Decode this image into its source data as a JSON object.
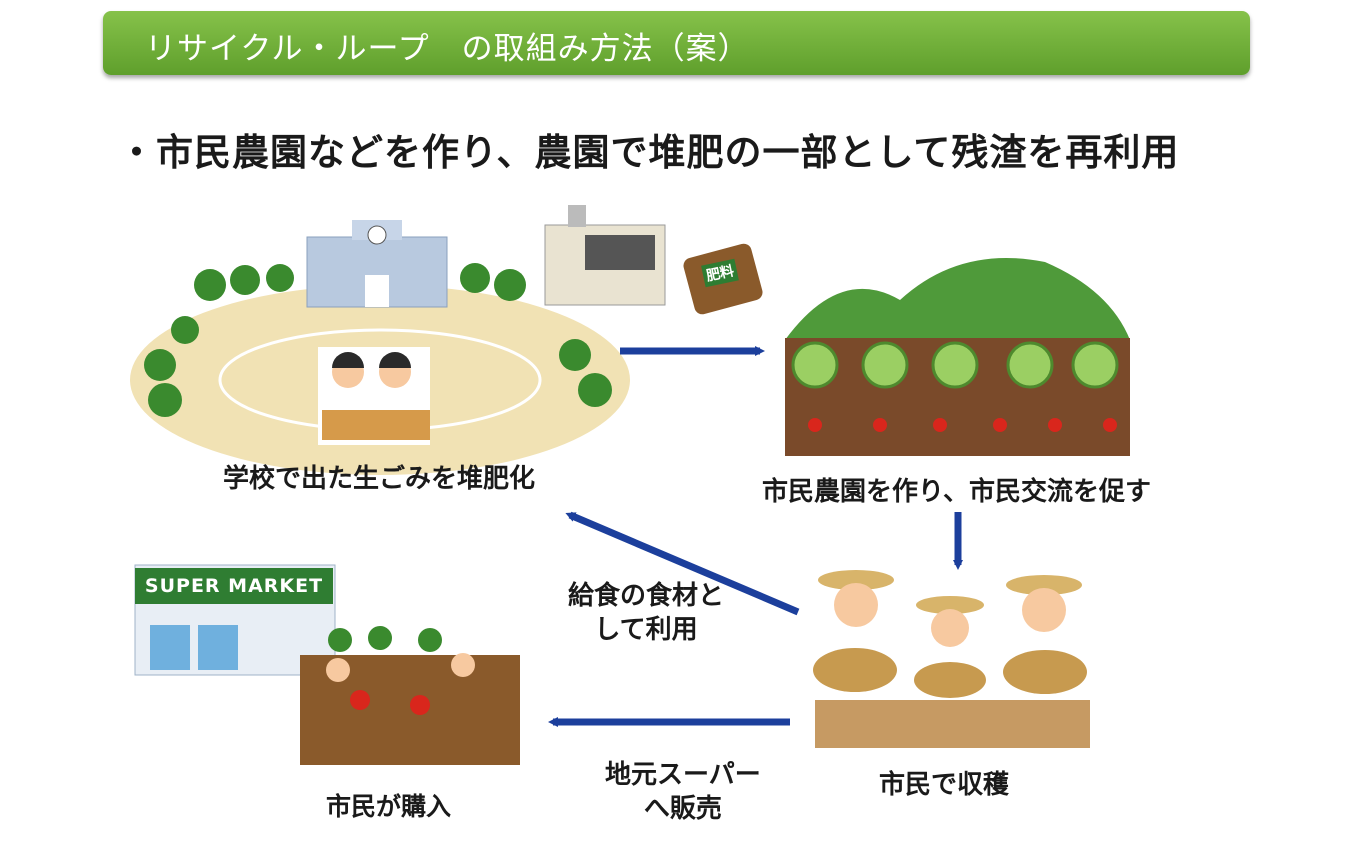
{
  "header": {
    "title": "リサイクル・ループ　の取組み方法（案）",
    "subtitle": "・市民農園などを作り、農園で堆肥の一部として残渣を再利用"
  },
  "nodes": {
    "school": "学校で出た生ごみを堆肥化",
    "farm": "市民農園を作り、市民交流を促す",
    "harvest": "市民で収穫",
    "buy": "市民が購入"
  },
  "edges": {
    "lunch_line1": "給食の食材と",
    "lunch_line2": "して利用",
    "super_line1": "地元スーパー",
    "super_line2": "へ販売"
  },
  "illustration_text": {
    "supermarket_sign": "SUPER MARKET",
    "fertilizer_bag": "肥料"
  },
  "colors": {
    "title_bar": "#6aaa34",
    "arrow": "#1c3f9c",
    "farm_green": "#4f9a3a",
    "soil": "#7a4a2a"
  }
}
